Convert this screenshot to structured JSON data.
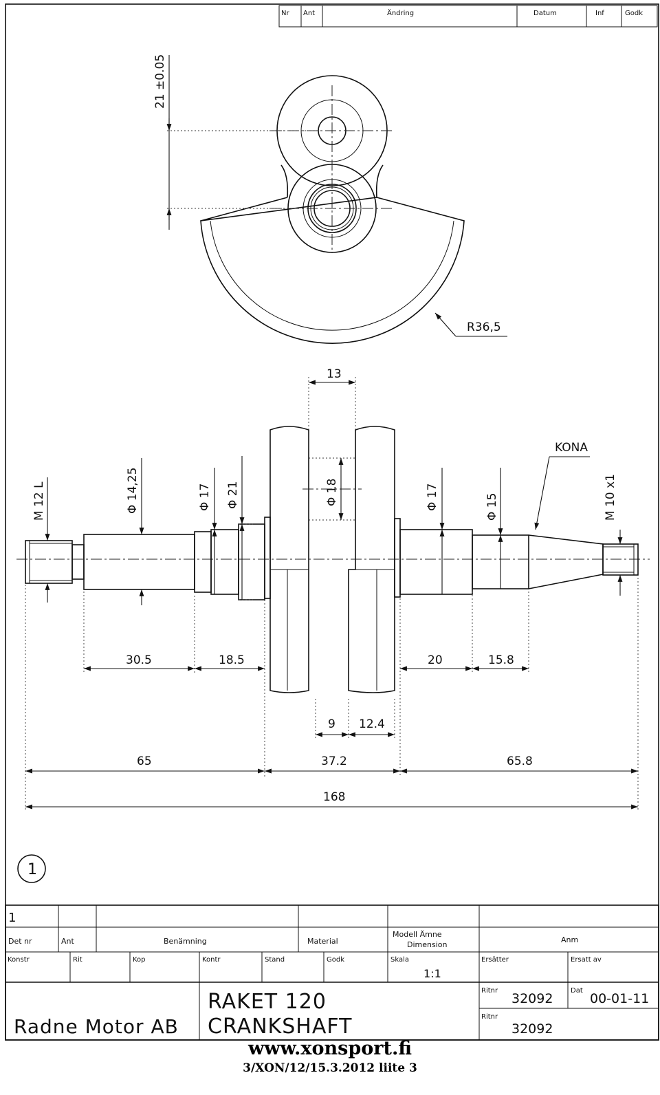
{
  "revision_header": {
    "nr": "Nr",
    "ant": "Ant",
    "andring": "Ändring",
    "datum": "Datum",
    "inf": "Inf",
    "godk": "Godk"
  },
  "view_top": {
    "dim_center_distance": "21 ±0.05",
    "radius_label": "R36,5"
  },
  "view_main": {
    "web_gap_width": "13",
    "pin_diameter": "Φ 18",
    "thread_left": "M 12 L",
    "dia_left_shaft": "Φ 14,25",
    "dia_left_bearing": "Φ 17",
    "dia_left_collar": "Φ 21",
    "dia_right_bearing": "Φ 17",
    "dia_right_shaft": "Φ 15",
    "thread_right": "M 10 x1",
    "taper_label": "KONA",
    "len_left_shaft": "30.5",
    "len_left_bearing": "18.5",
    "len_right_bearing": "20",
    "len_right_shaft": "15.8",
    "web_left_part": "9",
    "web_right_part": "12.4",
    "len_left_total": "65",
    "len_center": "37.2",
    "len_right_total": "65.8",
    "len_overall": "168"
  },
  "part_balloon": "1",
  "title_block": {
    "row1_det": "1",
    "det_nr": "Det nr",
    "ant": "Ant",
    "benamning": "Benämning",
    "material": "Material",
    "modell_amne": "Modell Ämne",
    "dimension": "Dimension",
    "anm": "Anm",
    "konstr": "Konstr",
    "rit": "Rit",
    "kop": "Kop",
    "kontr": "Kontr",
    "stand": "Stand",
    "godk": "Godk",
    "skala": "Skala",
    "skala_value": "1:1",
    "ersatter": "Ersätter",
    "ersatt_av": "Ersatt av",
    "company": "Radne Motor AB",
    "title_line1": "RAKET 120",
    "title_line2": "CRANKSHAFT",
    "ritnr_label": "Ritnr",
    "ritnr_value": "32092",
    "dat_label": "Dat",
    "dat_value": "00-01-11",
    "ritnr2_label": "Ritnr",
    "ritnr2_value": "32092"
  },
  "footer": {
    "url": "www.xonsport.fi",
    "ref": "3/XON/12/15.3.2012  liite 3"
  }
}
